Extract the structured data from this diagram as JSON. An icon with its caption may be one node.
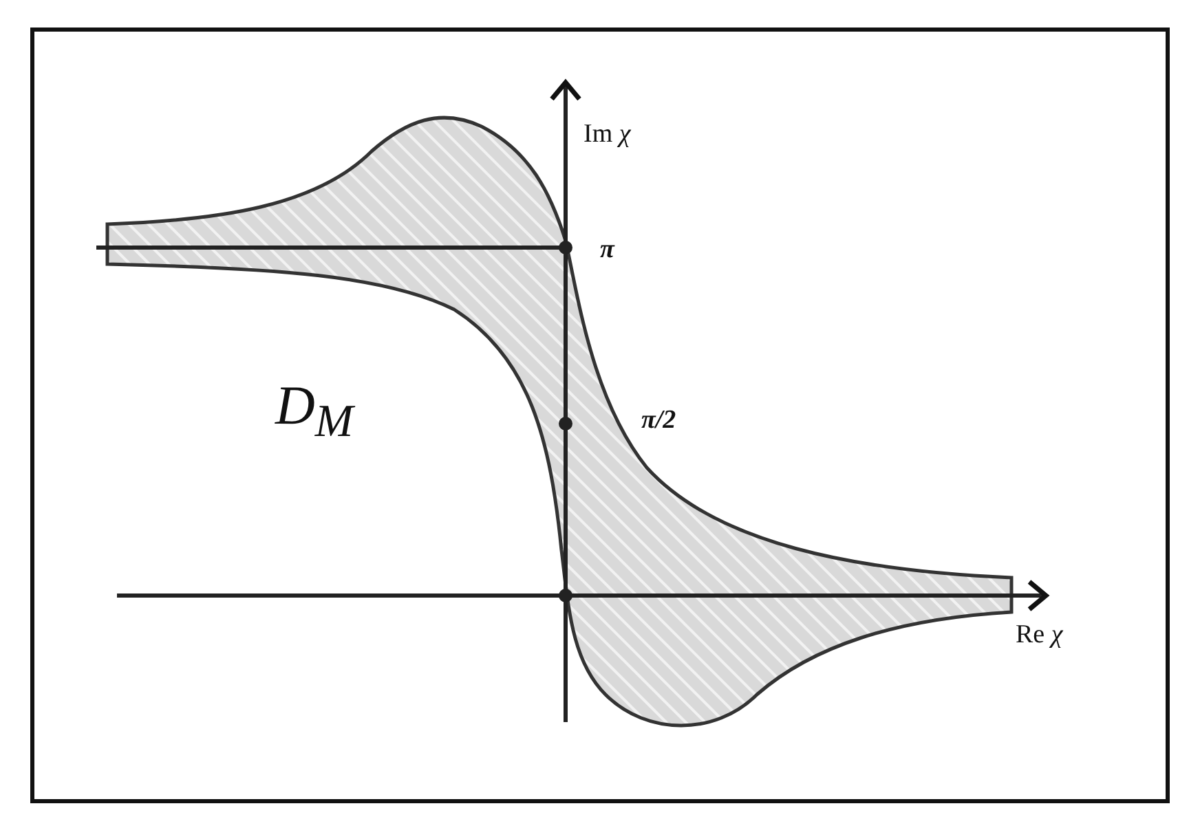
{
  "diagram": {
    "labels": [
      "Im *χ*",
      "π",
      "D$_{M}$",
      "π/2",
      "Re *χ*"
    ]
  }
}
